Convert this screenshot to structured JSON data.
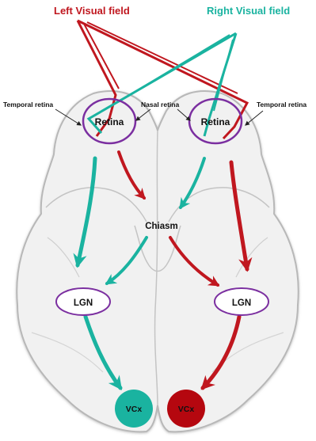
{
  "labels": {
    "left_field": "Left Visual field",
    "right_field": "Right Visual field",
    "temporal_left": "Temporal retina",
    "nasal": "Nasal retina",
    "temporal_right": "Temporal retina",
    "retina_left": "Retina",
    "retina_right": "Retina",
    "chiasm": "Chiasm",
    "lgn_left": "LGN",
    "lgn_right": "LGN",
    "vcx_left": "VCx",
    "vcx_right": "VCx"
  },
  "colors": {
    "left_field": "#c0171f",
    "right_field": "#1ab3a0",
    "retina_outline": "#7b2fa0",
    "brain_fill": "#f1f1f1",
    "brain_stroke": "#b8b8b8",
    "vcx_left_fill": "#1ab3a0",
    "vcx_right_fill": "#b5070f"
  }
}
